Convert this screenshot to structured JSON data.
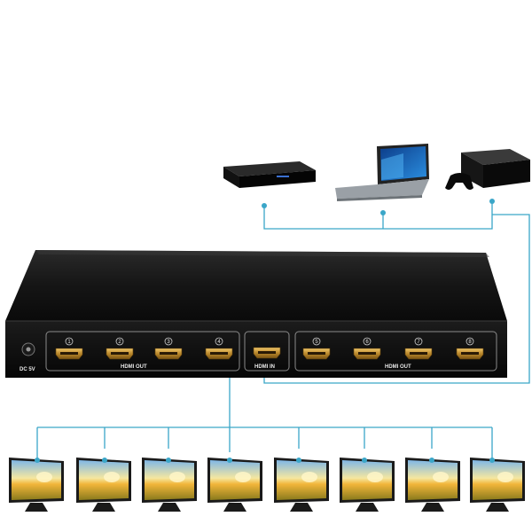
{
  "labels": {
    "dc": "DC 5V",
    "hdmi_out_left": "HDMI OUT",
    "hdmi_in": "HDMI IN",
    "hdmi_out_right": "HDMI OUT"
  },
  "port_numbers": [
    "1",
    "2",
    "3",
    "4",
    "5",
    "6",
    "7",
    "8"
  ],
  "sources": [
    "blu-ray-player",
    "laptop",
    "game-console"
  ],
  "display_count": 8,
  "colors": {
    "cable": "#3aa6c8",
    "device_body": "#0f0f0f",
    "hdmi_port": "#c89a3a",
    "port_frame": "#8a8a8a"
  }
}
